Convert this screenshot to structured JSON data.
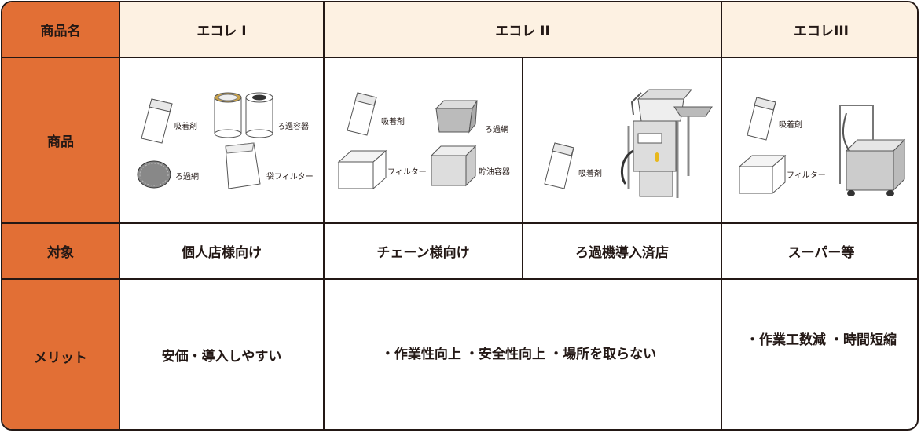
{
  "header": {
    "label": "商品名",
    "product1": "エコレ I",
    "product2": "エコレ II",
    "product3": "エコレIII"
  },
  "rows": {
    "product": "商品",
    "target": "対象",
    "merit": "メリット"
  },
  "illustrations": {
    "p1": {
      "absorbent": "吸着剤",
      "filter_container": "ろ過容器",
      "mesh": "ろ過網",
      "bag_filter": "袋フィルター"
    },
    "p2a": {
      "absorbent": "吸着剤",
      "mesh": "ろ過網",
      "filter": "フィルター",
      "oil_container": "貯油容器"
    },
    "p2b": {
      "absorbent": "吸着剤"
    },
    "p3": {
      "absorbent": "吸着剤",
      "filter": "フィルター"
    }
  },
  "target": {
    "p1": "個人店様向け",
    "p2a": "チェーン様向け",
    "p2b": "ろ過機導入済店",
    "p3": "スーパー等"
  },
  "merit": {
    "p1": "安価・導入しやすい",
    "p2": [
      "・作業性向上",
      "・安全性向上",
      "・場所を取らない"
    ],
    "p3": [
      "・作業工数減",
      "・時間短縮"
    ]
  },
  "colors": {
    "label_column": "#e26f35",
    "header_cream": "#fdf1e2",
    "border": "#231815"
  }
}
